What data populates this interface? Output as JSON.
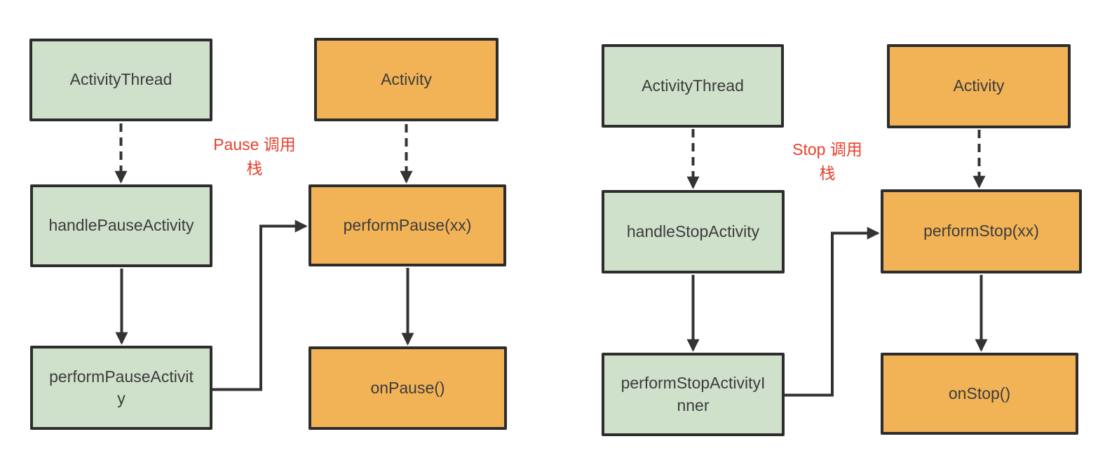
{
  "diagram": {
    "colors": {
      "background": "#ffffff",
      "green_fill": "#cfe1cb",
      "orange_fill": "#f2b357",
      "node_border": "#2d2d2d",
      "node_text": "#3c3c3c",
      "label_red": "#e7402d",
      "arrow_color": "#333333"
    },
    "labels": {
      "pause_stack": "Pause 调用\n栈",
      "stop_stack": "Stop 调用\n栈"
    },
    "pause": {
      "activity_thread": "ActivityThread",
      "activity": "Activity",
      "handle_pause_activity": "handlePauseActivity",
      "perform_pause_xx": "performPause(xx)",
      "perform_pause_activity": "performPauseActivity",
      "on_pause": "onPause()"
    },
    "stop": {
      "activity_thread": "ActivityThread",
      "activity": "Activity",
      "handle_stop_activity": "handleStopActivity",
      "perform_stop_xx": "performStop(xx)",
      "perform_stop_activity_inner": "performStopActivityInner",
      "on_stop": "onStop()"
    }
  }
}
